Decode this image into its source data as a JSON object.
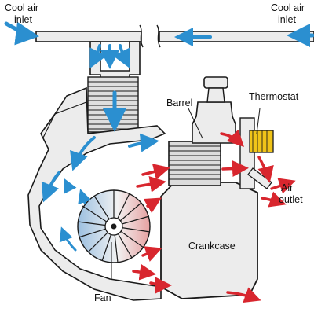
{
  "labels": {
    "cool_air_left_1": "Cool air",
    "cool_air_left_2": "inlet",
    "cool_air_right_1": "Cool air",
    "cool_air_right_2": "inlet",
    "barrel": "Barrel",
    "thermostat": "Thermostat",
    "air_outlet_1": "Air",
    "air_outlet_2": "outlet",
    "crankcase": "Crankcase",
    "fan": "Fan"
  },
  "colors": {
    "casing": "#ececec",
    "fin_metal": "#dcdcdc",
    "outline": "#1a1a1a",
    "cool_air": "#2b8fd0",
    "hot_air": "#d8262e",
    "thermostat_coil": "#f0c419",
    "background": "#ffffff"
  }
}
